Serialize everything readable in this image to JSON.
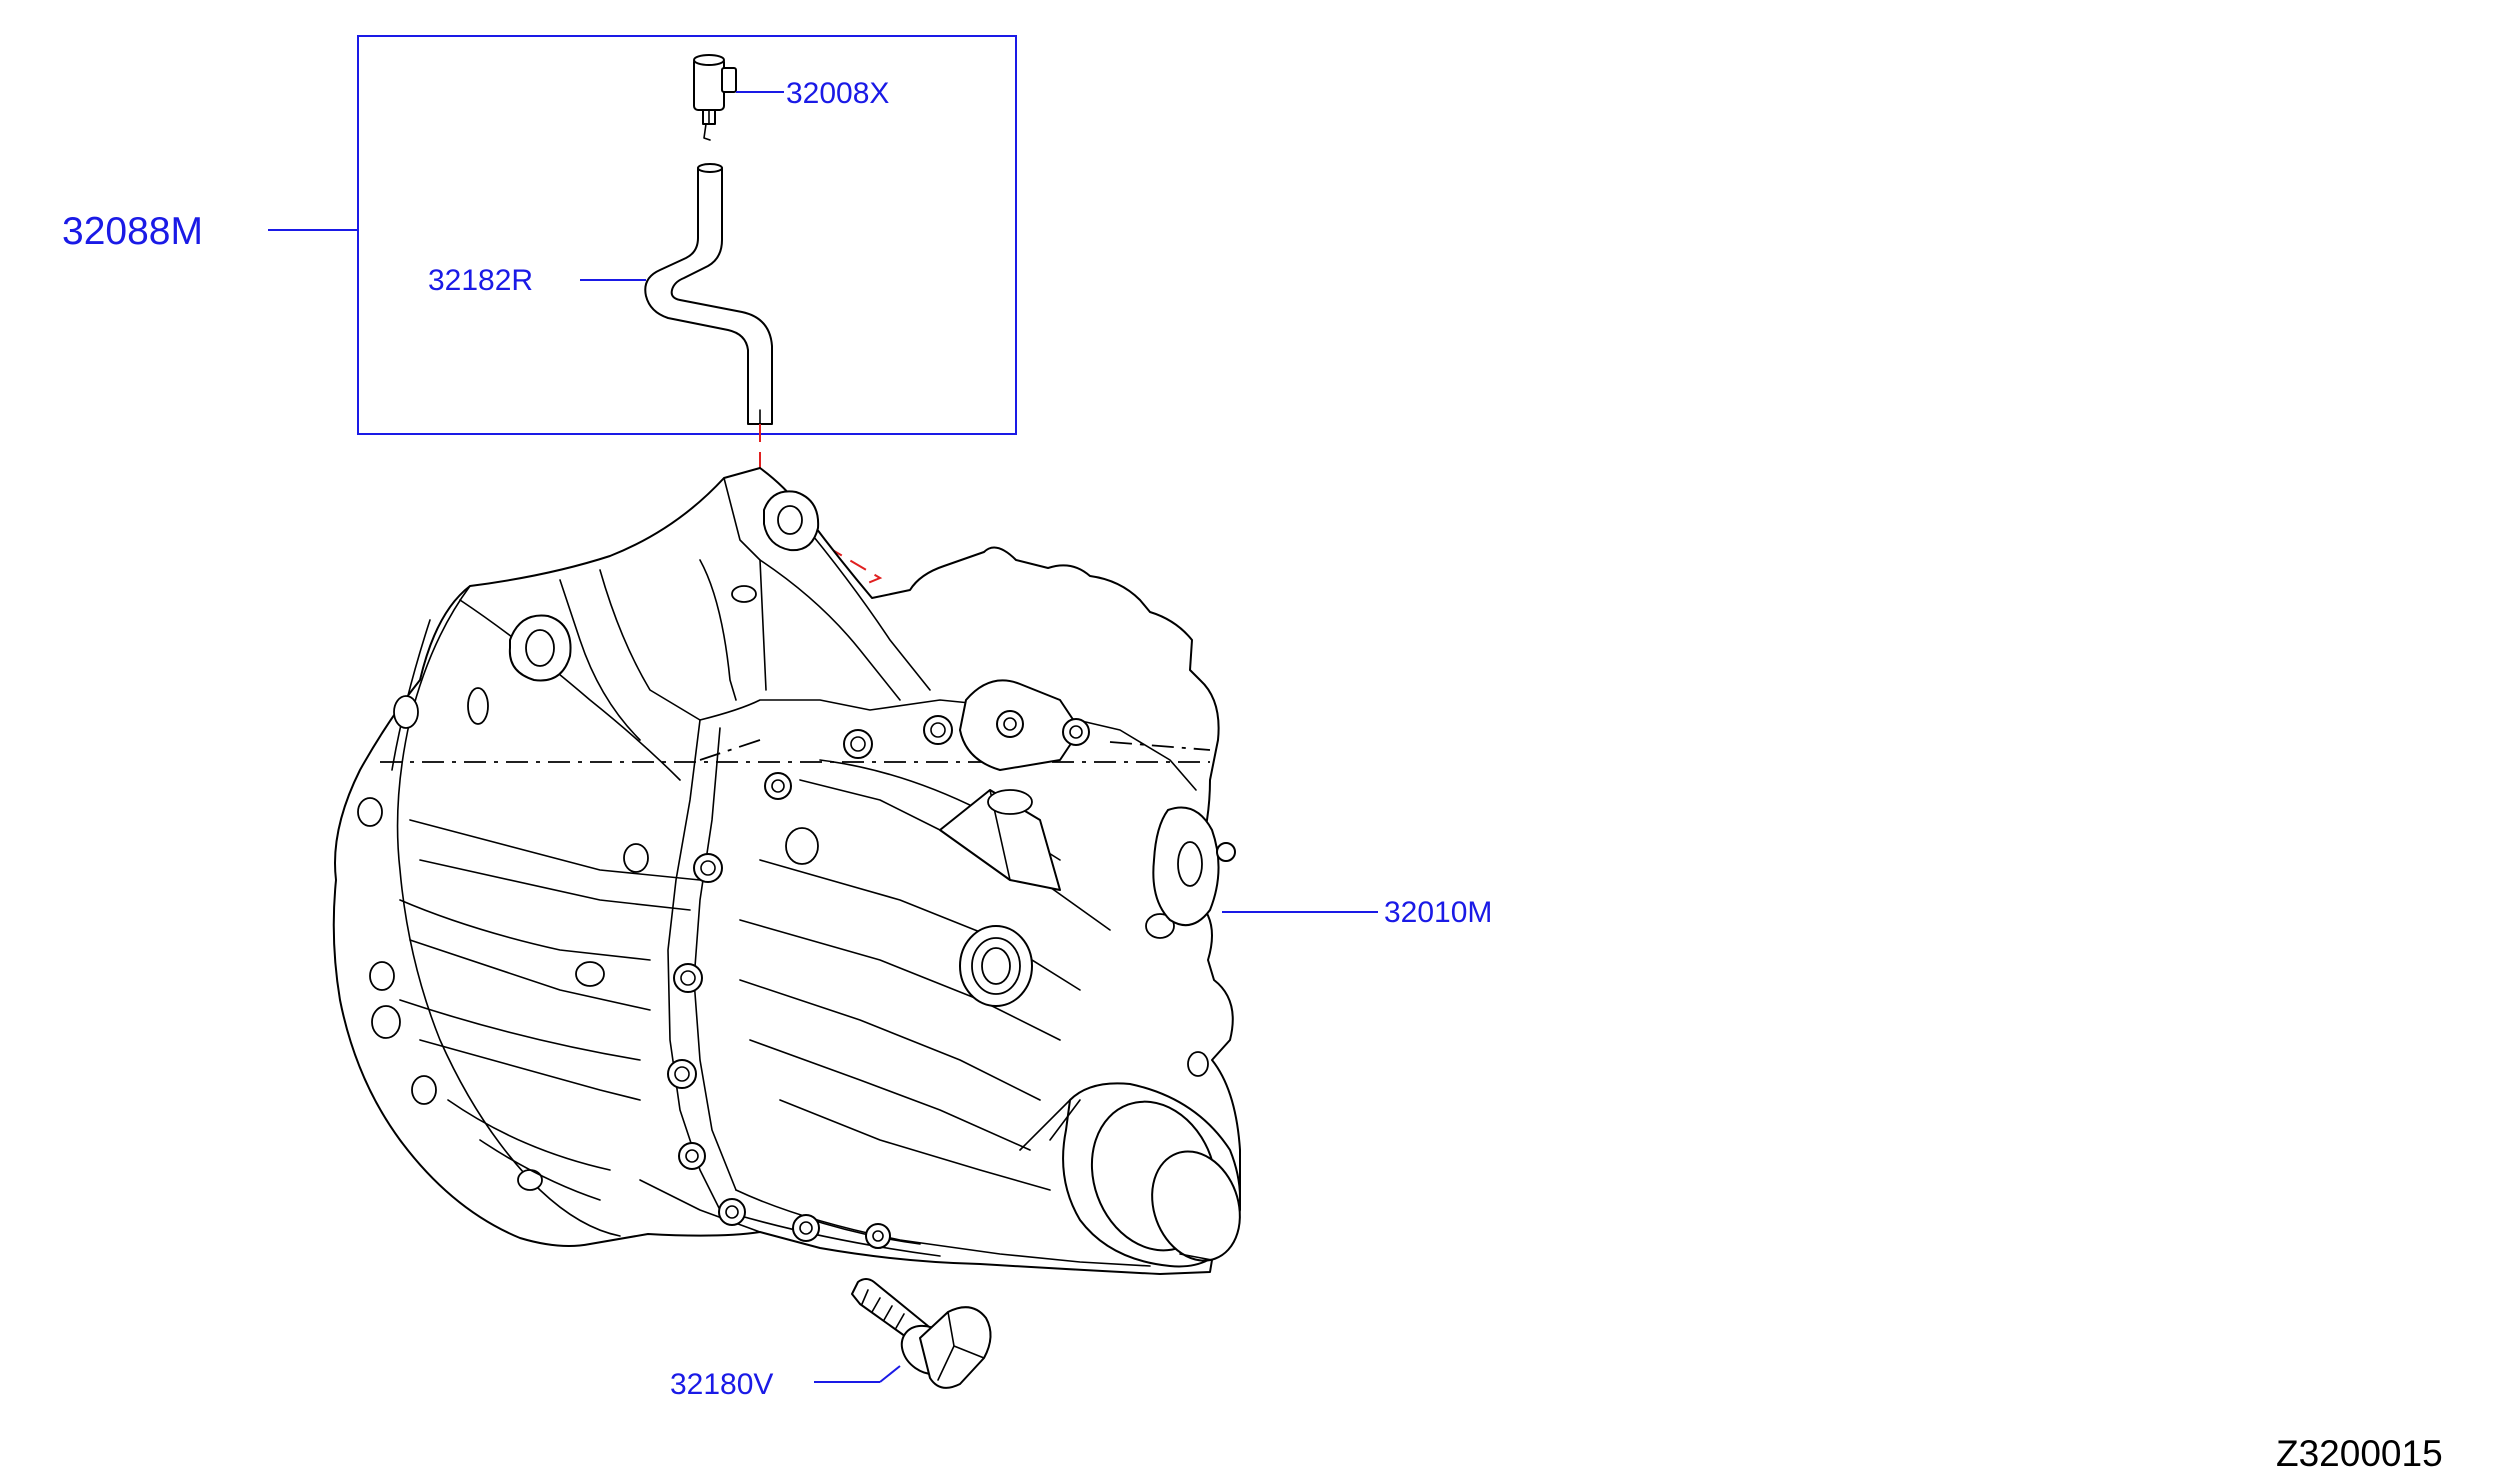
{
  "diagram": {
    "colors": {
      "label": "#1a1ae6",
      "line": "#000000",
      "guide": "#e02020",
      "background": "#ffffff"
    },
    "callouts": {
      "breather_kit": "32088M",
      "breather_cap": "32008X",
      "breather_hose": "32182R",
      "transmission_assy": "32010M",
      "bolt": "32180V"
    },
    "reference_code": "Z3200015"
  }
}
